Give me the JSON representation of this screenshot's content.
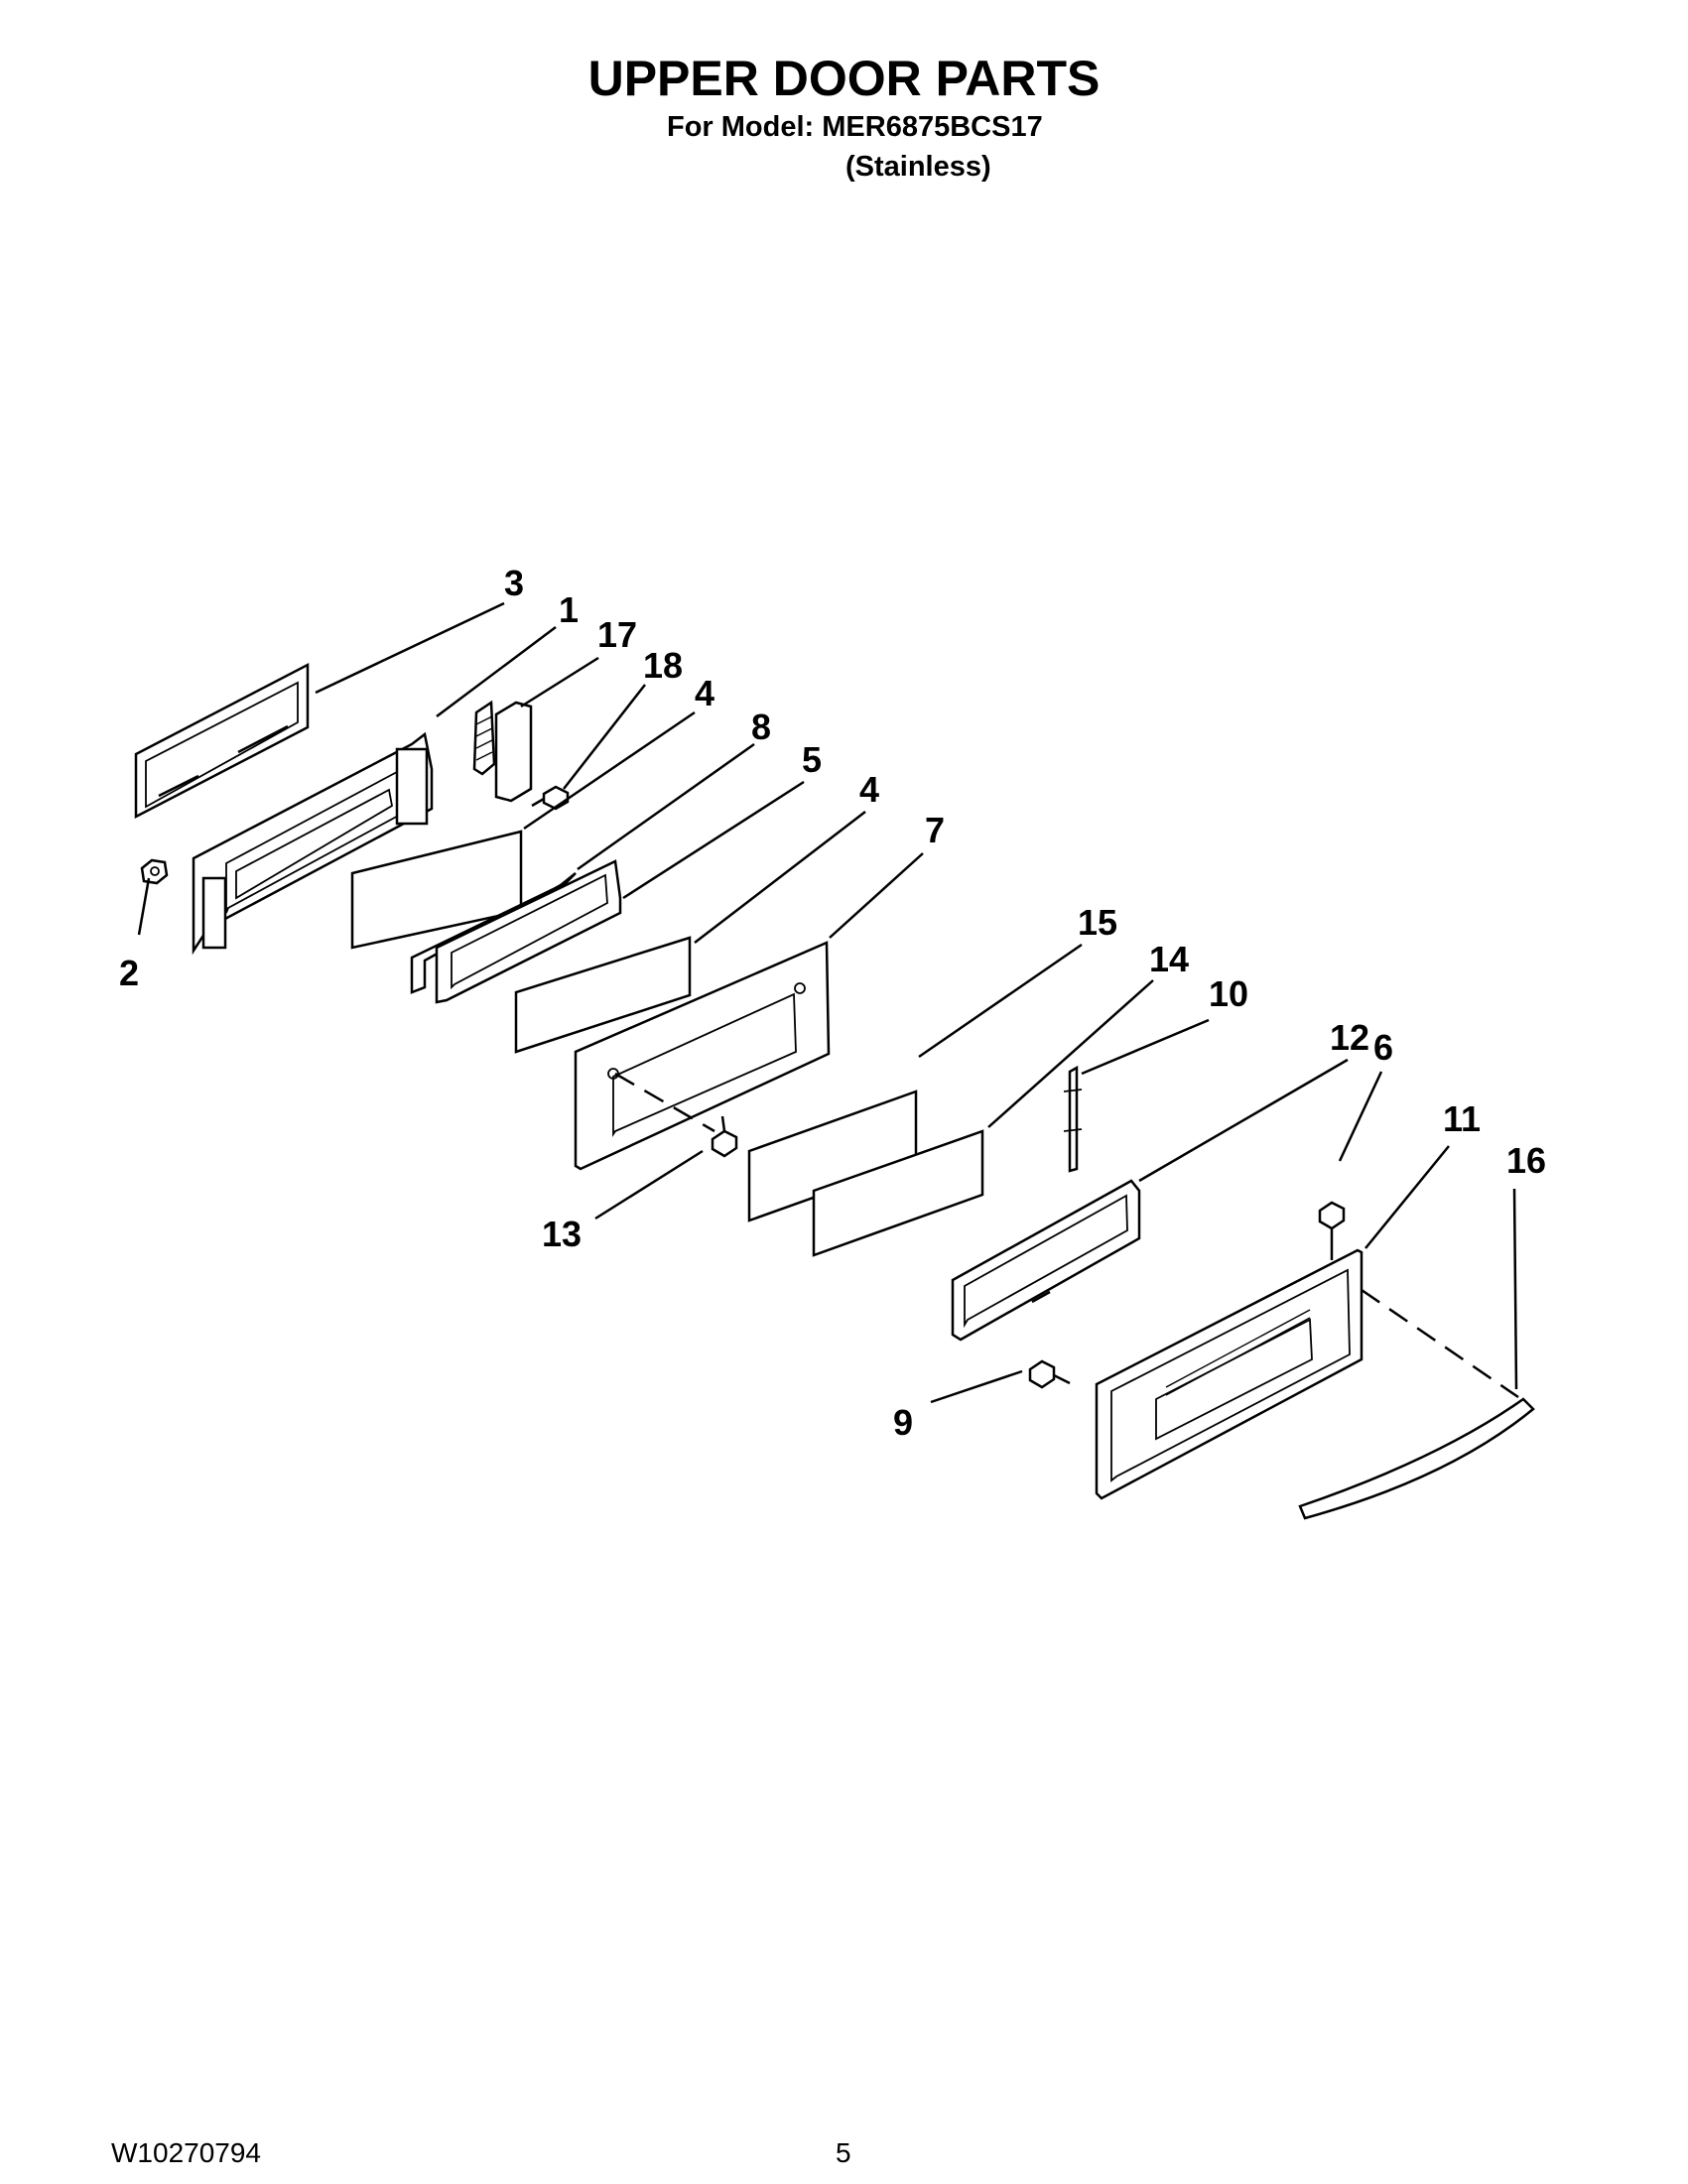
{
  "title": "UPPER DOOR PARTS",
  "model_line": "For Model: MER6875BCS17",
  "finish_line": "(Stainless)",
  "footer": {
    "doc_number": "W10270794",
    "page_number": "5"
  },
  "callouts": [
    {
      "id": "3",
      "label": "3"
    },
    {
      "id": "1",
      "label": "1"
    },
    {
      "id": "17",
      "label": "17"
    },
    {
      "id": "18",
      "label": "18"
    },
    {
      "id": "4a",
      "label": "4"
    },
    {
      "id": "8",
      "label": "8"
    },
    {
      "id": "5",
      "label": "5"
    },
    {
      "id": "4b",
      "label": "4"
    },
    {
      "id": "7",
      "label": "7"
    },
    {
      "id": "2",
      "label": "2"
    },
    {
      "id": "15",
      "label": "15"
    },
    {
      "id": "14",
      "label": "14"
    },
    {
      "id": "10",
      "label": "10"
    },
    {
      "id": "12",
      "label": "12"
    },
    {
      "id": "6",
      "label": "6"
    },
    {
      "id": "11",
      "label": "11"
    },
    {
      "id": "16",
      "label": "16"
    },
    {
      "id": "13",
      "label": "13"
    },
    {
      "id": "9",
      "label": "9"
    }
  ]
}
